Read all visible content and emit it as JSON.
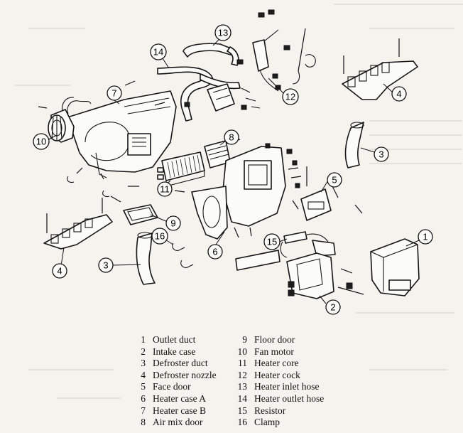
{
  "callouts": [
    "1",
    "2",
    "3",
    "4",
    "5",
    "6",
    "7",
    "8",
    "9",
    "10",
    "11",
    "12",
    "13",
    "14",
    "15",
    "16"
  ],
  "legend": [
    {
      "num": "1",
      "label": "Outlet duct"
    },
    {
      "num": "2",
      "label": "Intake case"
    },
    {
      "num": "3",
      "label": "Defroster duct"
    },
    {
      "num": "4",
      "label": "Defroster nozzle"
    },
    {
      "num": "5",
      "label": "Face door"
    },
    {
      "num": "6",
      "label": "Heater case A"
    },
    {
      "num": "7",
      "label": "Heater case B"
    },
    {
      "num": "8",
      "label": "Air mix door"
    },
    {
      "num": "9",
      "label": "Floor door"
    },
    {
      "num": "10",
      "label": "Fan motor"
    },
    {
      "num": "11",
      "label": "Heater core"
    },
    {
      "num": "12",
      "label": "Heater cock"
    },
    {
      "num": "13",
      "label": "Heater inlet hose"
    },
    {
      "num": "14",
      "label": "Heater outlet hose"
    },
    {
      "num": "15",
      "label": "Resistor"
    },
    {
      "num": "16",
      "label": "Clamp"
    }
  ]
}
